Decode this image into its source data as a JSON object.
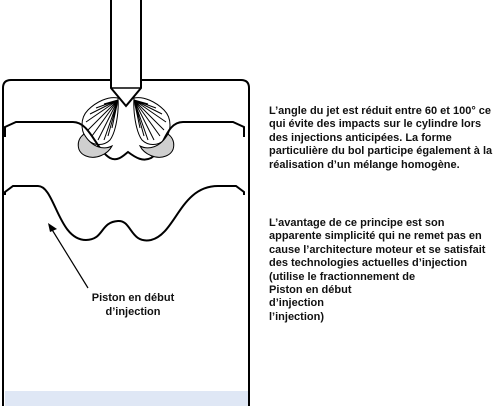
{
  "text": {
    "paragraph_1": "L’angle du jet est réduit entre 60 et 100° ce qui évite des impacts sur le cylindre lors des injections anticipées. La forme particulière du bol participe également à la réalisation d’un mélange homogène.",
    "paragraph_2": "L’avantage de ce principe est son apparente simplicité qui ne remet pas en cause l’architecture moteur et se satisfait des technologies actuelles d’injection (utilise le fractionnement de\nPiston en début\nd’injection\nl’injection)",
    "piston_label": "Piston en début\nd’injection"
  },
  "colors": {
    "stroke": "#000000",
    "bottom_band": "#dfe7f5"
  }
}
